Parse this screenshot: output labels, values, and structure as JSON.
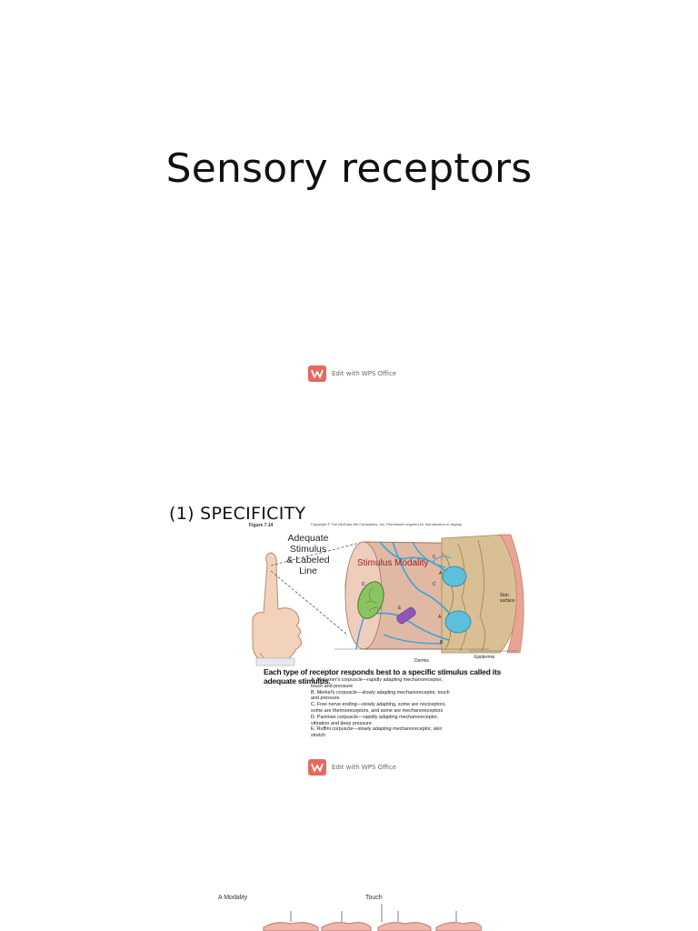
{
  "slide1": {
    "title": "Sensory receptors"
  },
  "wps_badge": {
    "label": "Edit with WPS Office",
    "color": "#e9675c"
  },
  "slide2": {
    "heading": "(1) SPECIFICITY",
    "figure_label": "Figure 7.14",
    "copyright": "Copyright © The McGraw-Hill Companies, Inc. Permission required for reproduction or display.",
    "callout": [
      "Adequate",
      "Stimulus",
      "& Labeled",
      "Line"
    ],
    "modality_label": "Stimulus Modality",
    "diagram_labels": {
      "a": "A",
      "b": "B",
      "c": "C",
      "d": "D",
      "e": "E",
      "skin_surface_1": "Skin",
      "skin_surface_2": "surface",
      "dermis": "Dermis",
      "epidermis": "Epidermis"
    },
    "caption": "Each type of receptor responds best to a specific stimulus called its adequate stimulus.",
    "legend": [
      "A. Meissner's corpuscle—rapidly adapting mechanoreceptor,",
      "touch and pressure",
      "B. Merkel's corpuscle—slowly adapting mechanoreceptor, touch",
      "and pressure",
      "C. Free nerve ending—slowly adapting, some are nociceptors,",
      "some are thermoreceptors, and some are mechanoreceptors",
      "D. Pacinian corpuscle—rapidly adapting mechanoreceptor,",
      "vibration and deep pressure",
      "E. Ruffini corpuscle—slowly adapting mechanoreceptor, skin",
      "stretch"
    ]
  },
  "slide3": {
    "label_left": "A Modality",
    "label_center": "Touch"
  }
}
